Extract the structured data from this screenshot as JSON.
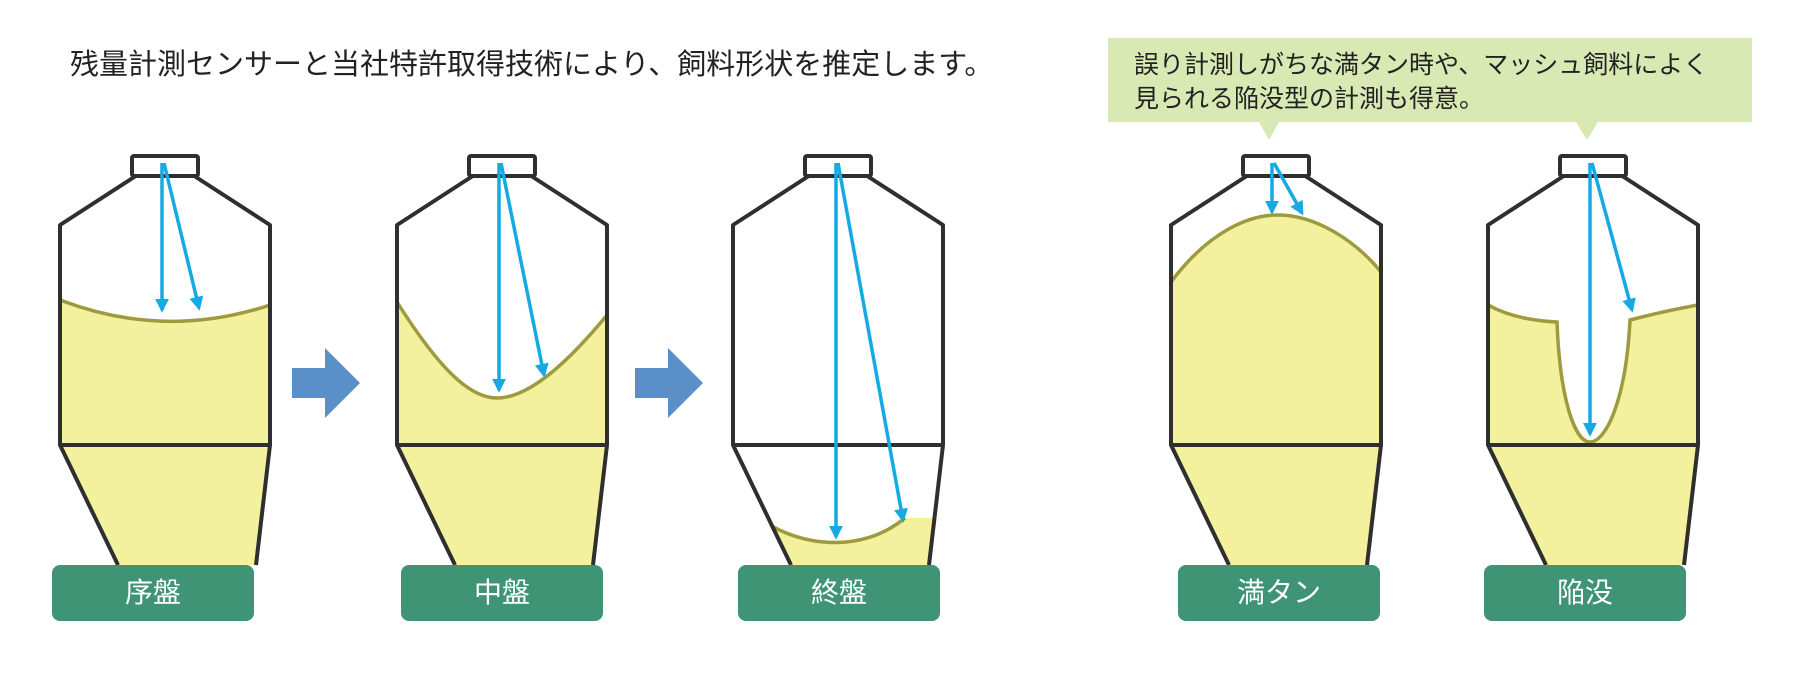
{
  "headline": "残量計測センサーと当社特許取得技術により、飼料形状を推定します。",
  "callout": {
    "line1": "誤り計測しがちな満タン時や、マッシュ飼料によく",
    "line2": "見られる陥没型の計測も得意。"
  },
  "silos": [
    {
      "id": "early",
      "label": "序盤"
    },
    {
      "id": "middle",
      "label": "中盤"
    },
    {
      "id": "final",
      "label": "終盤"
    },
    {
      "id": "full",
      "label": "満タン"
    },
    {
      "id": "sunken",
      "label": "陥没"
    }
  ],
  "colors": {
    "feed_fill": "#f3f19d",
    "feed_edge": "#9e9a3e",
    "outline": "#2f2f2f",
    "sensor_arrow": "#17a9e4",
    "stage_arrow": "#5a8fc7",
    "label_bg": "#3e9474",
    "label_text": "#ffffff",
    "callout_bg": "#d9e9b3",
    "text": "#222222"
  },
  "icons": {
    "stage_arrow": "right-arrow-icon",
    "sensor": "sensor-beam-icon"
  }
}
